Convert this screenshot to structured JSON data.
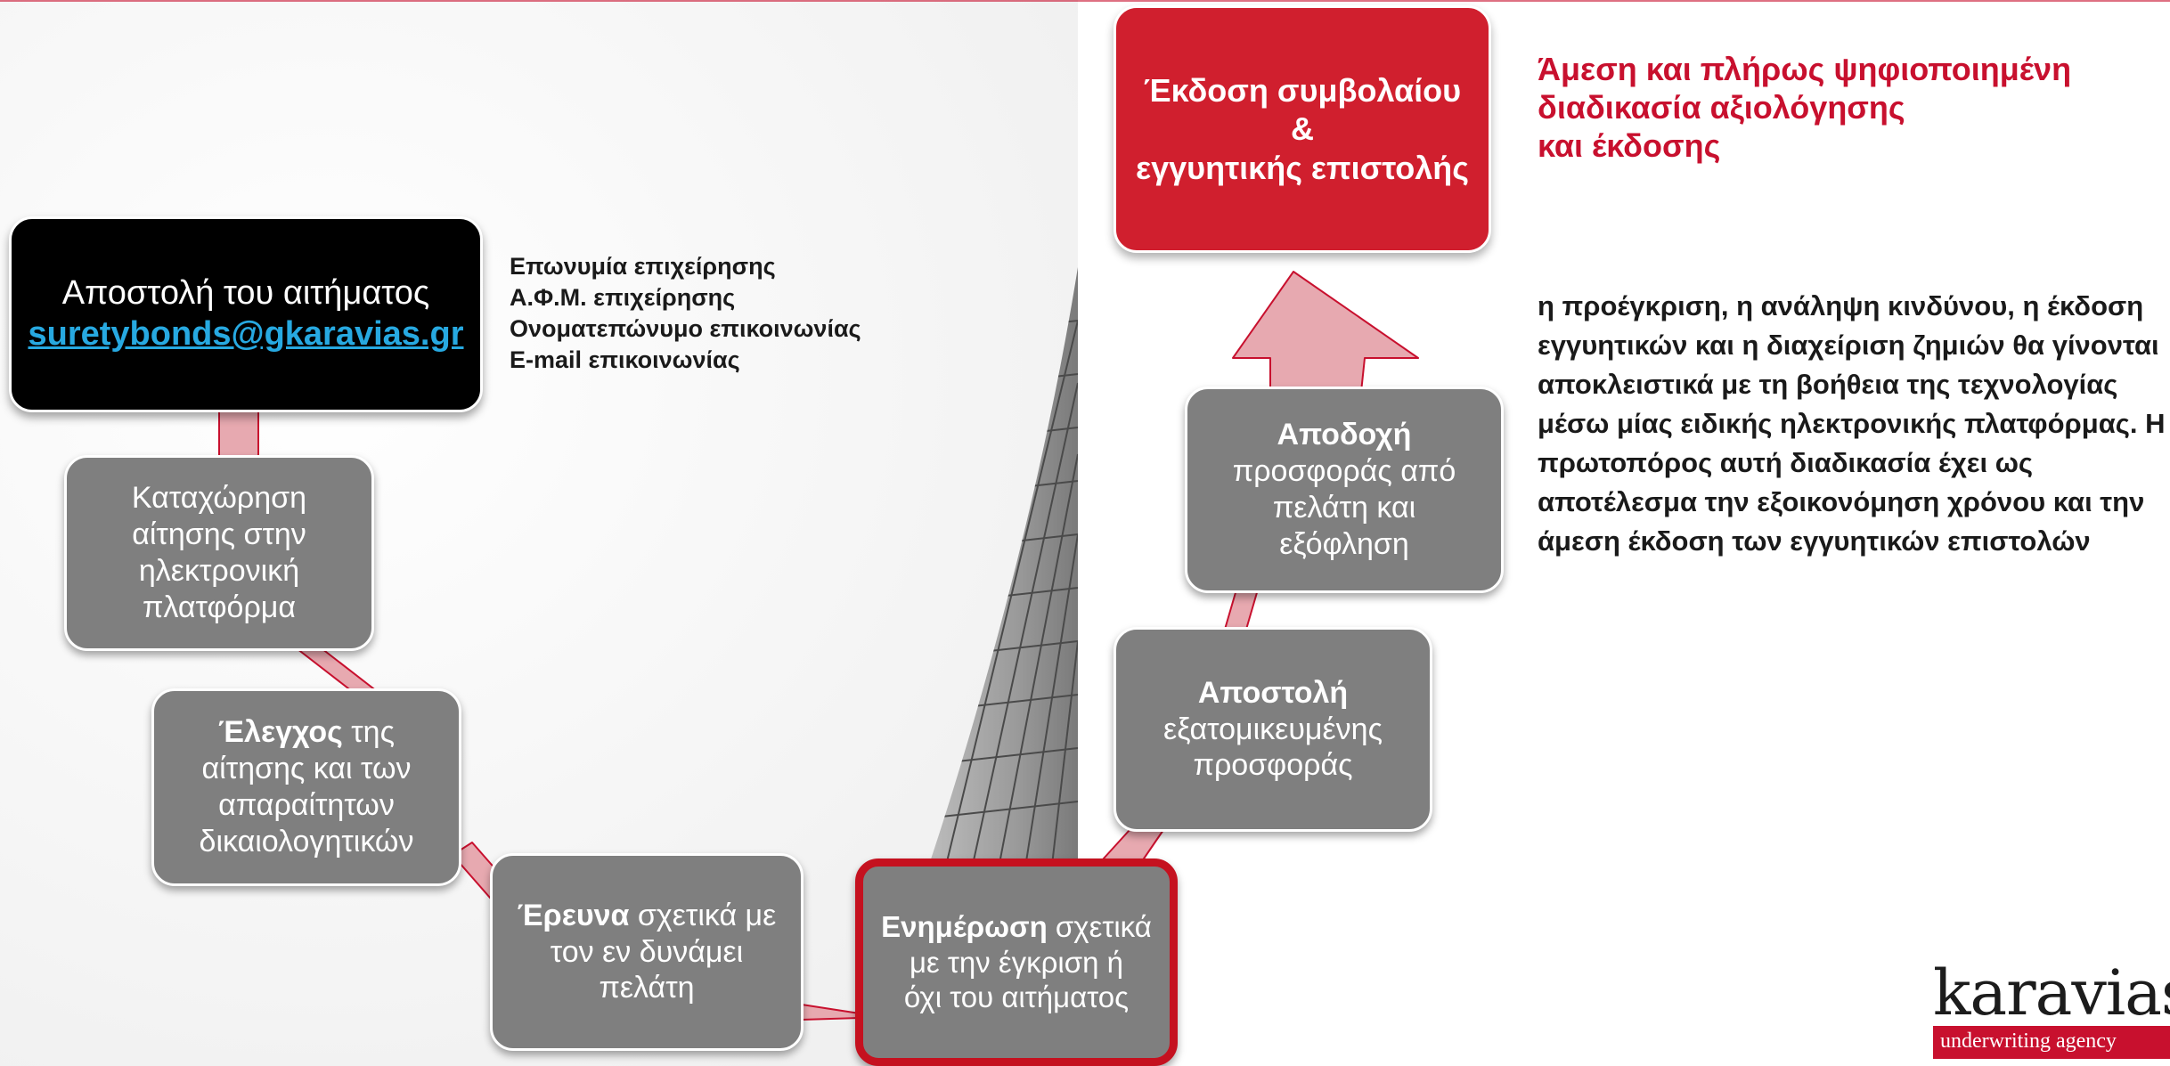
{
  "colors": {
    "accent_red": "#c8102e",
    "arrow_fill": "#e7a9b0",
    "step_grey": "#7f7f7f",
    "link_blue": "#27a9e1"
  },
  "send_request": {
    "title": "Αποστολή του αιτήματος",
    "email": "suretybonds@gkaravias.gr"
  },
  "required_fields": [
    "Επωνυμία επιχείρησης",
    "Α.Φ.Μ. επιχείρησης",
    "Ονοματεπώνυμο επικοινωνίας",
    "E-mail επικοινωνίας"
  ],
  "steps": {
    "registration": {
      "line1": "Καταχώρηση",
      "line2": "αίτησης στην",
      "line3": "ηλεκτρονική",
      "line4": "πλατφόρμα"
    },
    "check": {
      "bold": "Έλεγχος",
      "rest": " της",
      "line2": "αίτησης και των",
      "line3": "απαραίτητων",
      "line4": "δικαιολογητικών"
    },
    "research": {
      "bold": "Έρευνα",
      "rest": " σχετικά με",
      "line2": "τον εν δυνάμει",
      "line3": "πελάτη"
    },
    "notification": {
      "bold": "Ενημέρωση",
      "rest": " σχετικά",
      "line2": "με την έγκριση ή",
      "line3": "όχι του αιτήματος"
    },
    "offer": {
      "bold": "Αποστολή",
      "line2": "εξατομικευμένης",
      "line3": "προσφοράς"
    },
    "acceptance": {
      "bold": "Αποδοχή",
      "line2": "προσφοράς από",
      "line3": "πελάτη και",
      "line4": "εξόφληση"
    },
    "issuance": {
      "line1": "Έκδοση συμβολαίου",
      "line2": "&",
      "line3": "εγγυητικής επιστολής"
    }
  },
  "headline": {
    "line1": "Άμεση και πλήρως ψηφιοποιημένη",
    "line2": "διαδικασία αξιολόγησης",
    "line3": "και έκδοσης"
  },
  "description": "η προέγκριση, η ανάληψη κινδύνου, η έκδοση εγγυητικών και η διαχείριση ζημιών θα γίνονται αποκλειστικά με τη βοήθεια της τεχνολογίας μέσω μίας ειδικής ηλεκτρονικής πλατφόρμας. Η πρωτοπόρος αυτή διαδικασία έχει ως αποτέλεσμα την εξοικονόμηση χρόνου και την άμεση έκδοση των εγγυητικών επιστολών",
  "logo": {
    "word": "karavias",
    "tagline": "underwriting agency"
  }
}
